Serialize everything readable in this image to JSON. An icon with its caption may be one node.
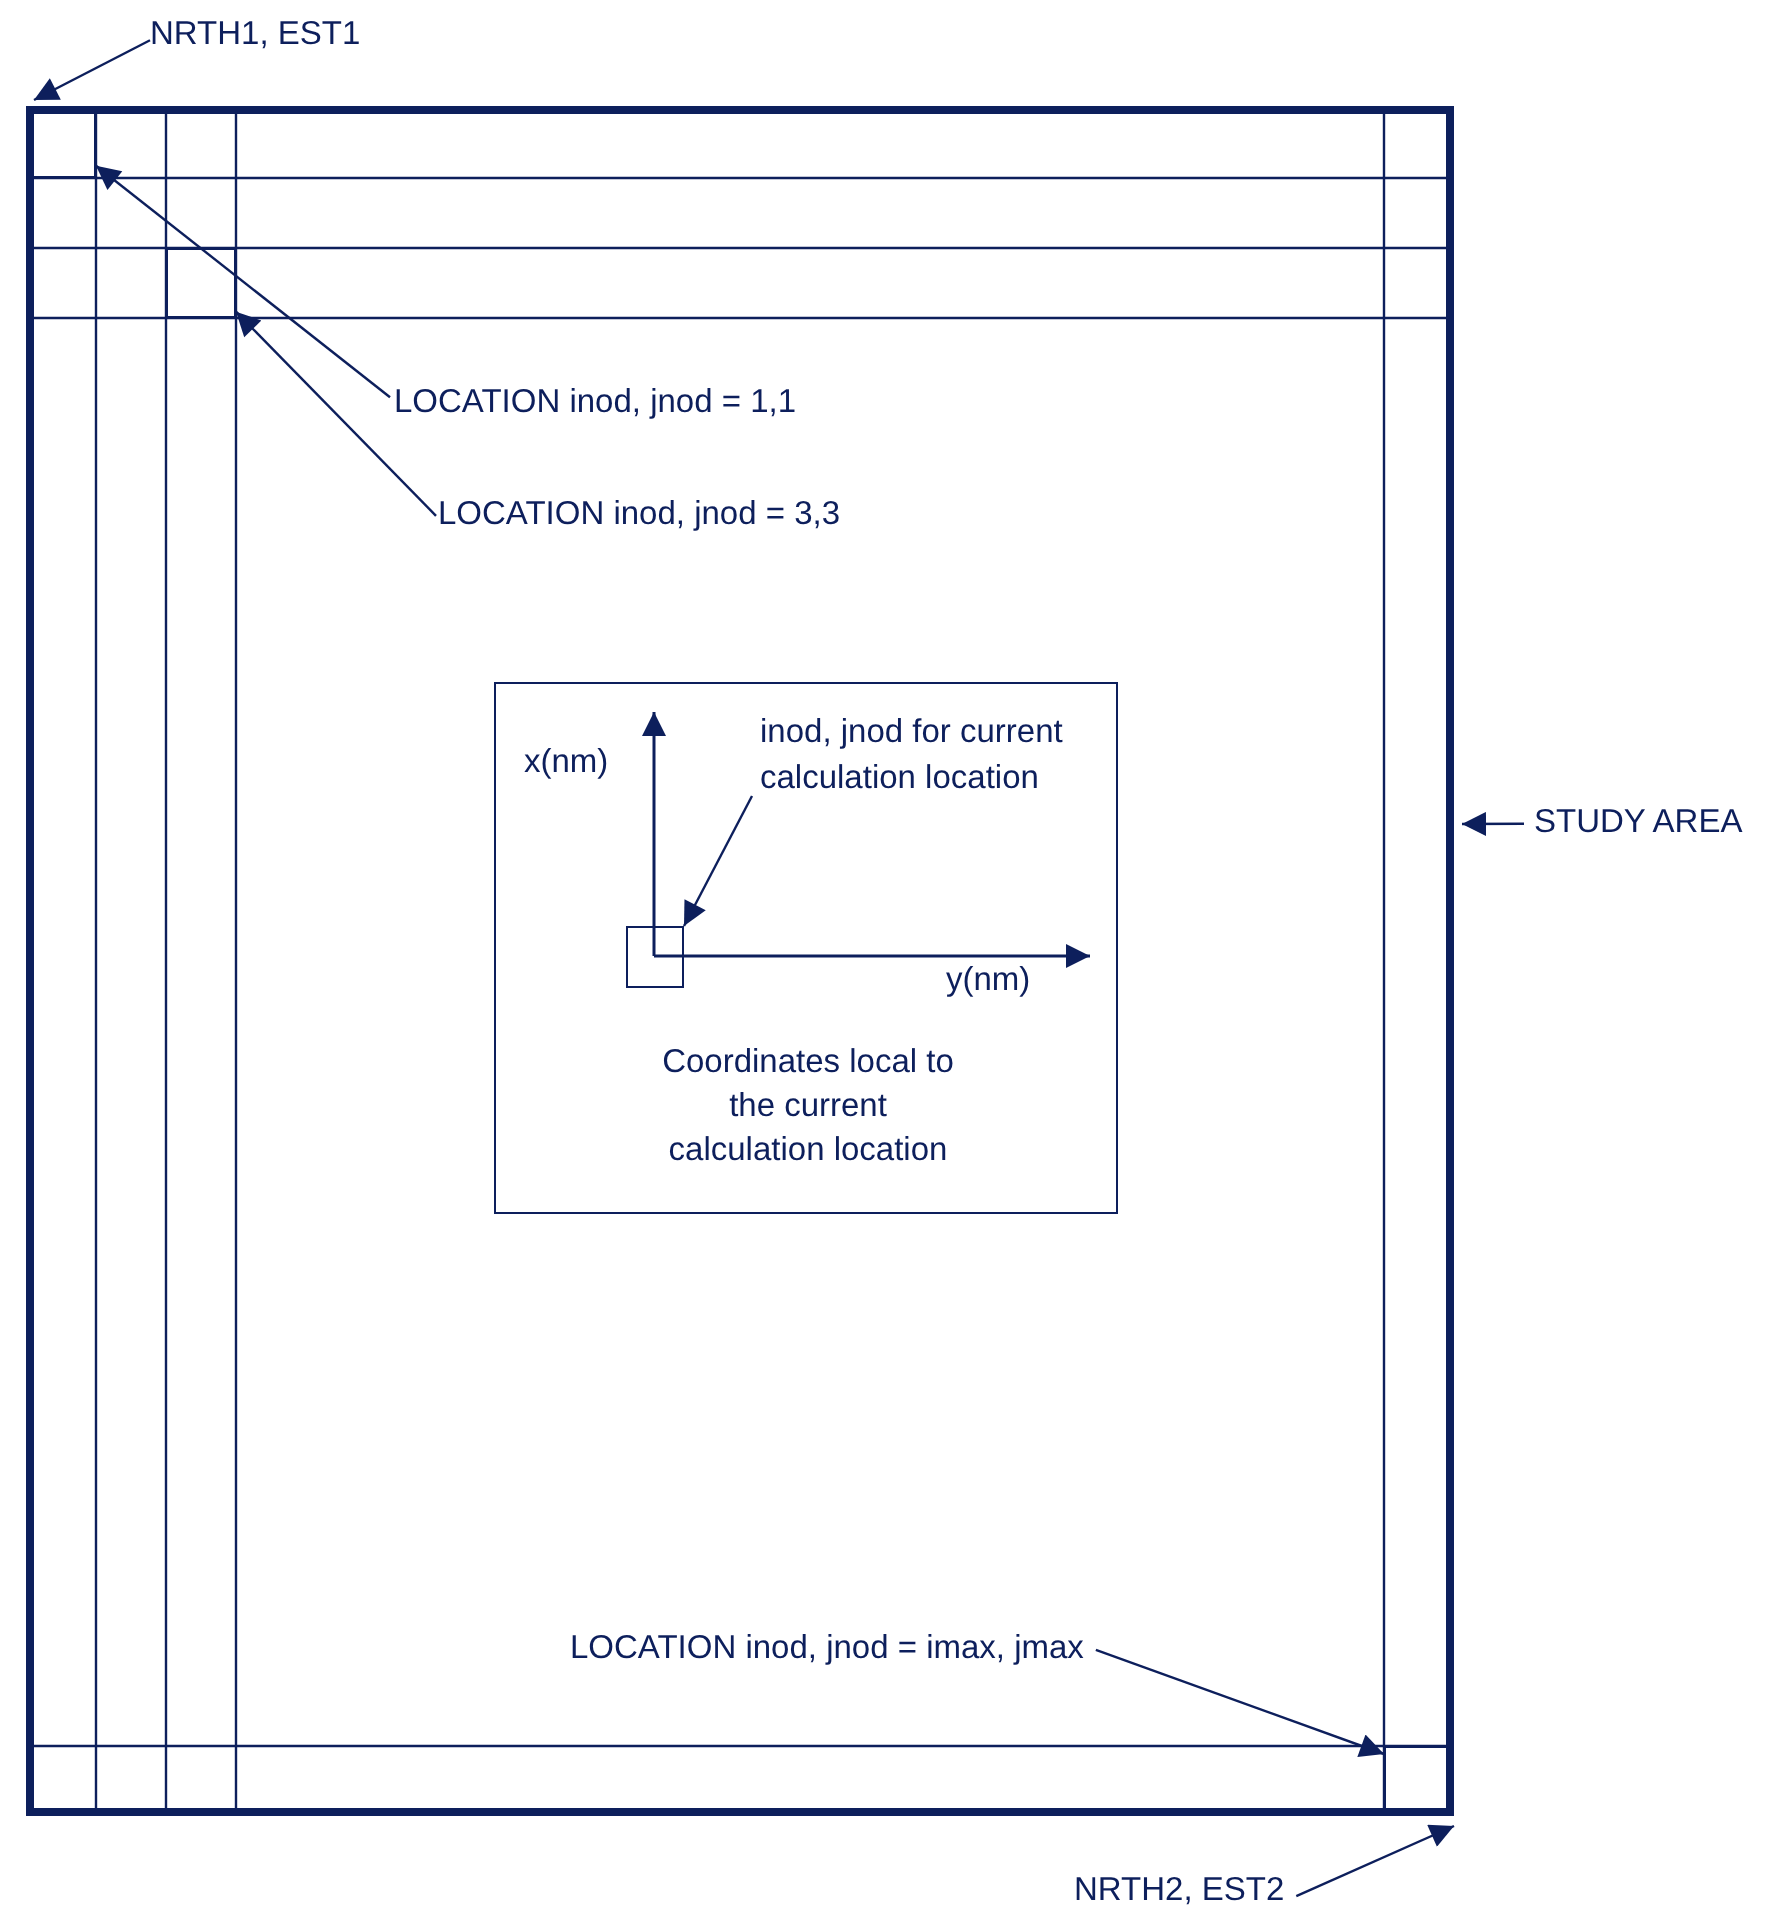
{
  "diagram": {
    "nodes": [
      {
        "text": [
          "NRTH1, EST1"
        ]
      },
      {
        "text": [],
        "shape": "box"
      },
      {
        "text": [],
        "shape": "box",
        "in": 1
      },
      {
        "text": [],
        "shape": "box",
        "in": 1
      },
      {
        "text": [
          "LOCATION inod, jnod = 1,1"
        ],
        "in": 1
      },
      {
        "text": [
          "LOCATION inod, jnod = 3,3"
        ],
        "in": 1
      },
      {
        "text": [
          "Coordinates local to the current calculation location"
        ],
        "in": 1
      },
      {
        "text": [
          "inod, jnod for current calculation location"
        ],
        "in": 6
      },
      {
        "text": [],
        "shape": "box",
        "in": 6
      },
      {
        "text": [
          "STUDY AREA"
        ]
      },
      {
        "text": [
          "LOCATION inod, jnod = imax, jmax"
        ],
        "in": 1
      },
      {
        "text": [],
        "shape": "box",
        "in": 1
      },
      {
        "text": [
          "NRTH2, EST2"
        ]
      }
    ],
    "edges": [
      {
        "from": 0,
        "to": 1,
        "arrow": "to"
      },
      {
        "from": 4,
        "to": 2,
        "arrow": "to"
      },
      {
        "from": 5,
        "to": 3,
        "arrow": "to"
      },
      {
        "from": 7,
        "to": 8,
        "arrow": "to"
      },
      {
        "from": 9,
        "to": 1,
        "arrow": "to"
      },
      {
        "from": 10,
        "to": 11,
        "arrow": "to"
      },
      {
        "from": 12,
        "to": 1,
        "arrow": "to"
      }
    ],
    "labels": [
      "x(nm)",
      "y(nm)"
    ]
  }
}
